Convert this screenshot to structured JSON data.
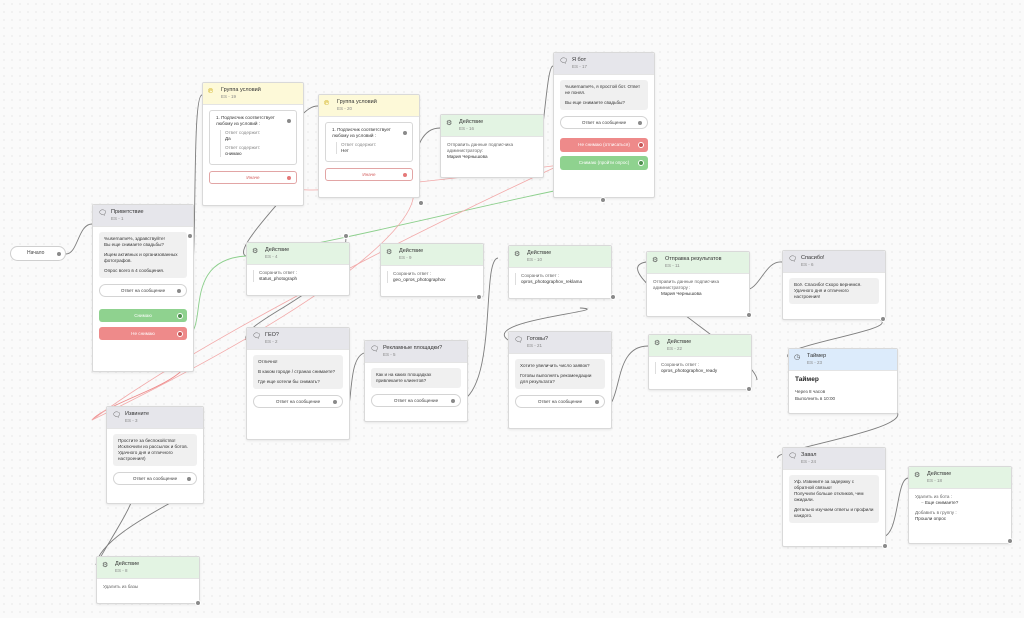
{
  "start": {
    "label": "Начало"
  },
  "nodes": {
    "greeting": {
      "title": "Приветствие",
      "id": "ES - 1",
      "bubble": [
        "%username%, здравствуйте!\nВы еще снимаете свадьбы?",
        "Ищем активных и организованных фотографов.",
        "Опрос всего в 4 сообщения."
      ],
      "reply": "Ответ на сообщение",
      "btn_yes": "Снимаю",
      "btn_no": "Не снимаю"
    },
    "cond19": {
      "title": "Группа условий",
      "id": "ES - 19",
      "cond": "1. Подписчик соответствует любому из условий :",
      "lbl1": "Ответ содержит:",
      "val1": "Да",
      "lbl2": "Ответ содержит:",
      "val2": "снимаю",
      "else": "Иначе"
    },
    "cond20": {
      "title": "Группа условий",
      "id": "ES - 20",
      "cond": "1. Подписчик соответствует любому из условий :",
      "lbl1": "Ответ содержит:",
      "val1": "Нет",
      "else": "Иначе"
    },
    "act16": {
      "title": "Действие",
      "id": "ES - 16",
      "line": "Отправить данные подписчика администратору:",
      "val": "Мария Чернышова"
    },
    "bot17": {
      "title": "Я бот",
      "id": "ES - 17",
      "bubble": [
        "%username%, я простой бот. Ответ не понял.",
        "Вы еще снимаете свадьбы?"
      ],
      "reply": "Ответ на сообщение",
      "btn_no": "Не снимаю (отписаться)",
      "btn_yes": "Снимаю (пройти опрос)"
    },
    "act4": {
      "title": "Действие",
      "id": "ES - 4",
      "line": "Сохранить ответ :",
      "val": "status_photograph"
    },
    "act9": {
      "title": "Действие",
      "id": "ES - 9",
      "line": "Сохранить ответ :",
      "val": "geo_opros_photographov"
    },
    "act10": {
      "title": "Действие",
      "id": "ES - 10",
      "line": "Сохранить ответ :",
      "val": "opros_photographov_reklama"
    },
    "send11": {
      "title": "Отправка результатов",
      "id": "ES - 11",
      "line": "Отправить данные подписчика администратору :",
      "val": "Мария Чернышова"
    },
    "thanks6": {
      "title": "Спасибо!",
      "id": "ES - 6",
      "bubble": [
        "Всё. Спасибо! Скоро вернемся. Удачного дня и отличного настроения!"
      ]
    },
    "geo2": {
      "title": "ГЕО?",
      "id": "ES - 2",
      "bubble": [
        "Отлично!",
        "В каком городе / странах снимаете?",
        "Где еще хотели бы снимать?"
      ],
      "reply": "Ответ на сообщение"
    },
    "ads5": {
      "title": "Рекламные площадки?",
      "id": "ES - 5",
      "bubble": [
        "Как и на каких площадках привлекаете клиентов?"
      ],
      "reply": "Ответ на сообщение"
    },
    "ready21": {
      "title": "Готовы?",
      "id": "ES - 21",
      "bubble": [
        "Хотите увеличить число заявок?",
        "Готовы выполнять рекомендации для результата?"
      ],
      "reply": "Ответ на сообщение"
    },
    "act22": {
      "title": "Действие",
      "id": "ES - 22",
      "line": "Сохранить ответ :",
      "val": "opros_photographov_ready"
    },
    "timer23": {
      "title": "Таймер",
      "id": "ES - 23",
      "big": "Таймер",
      "l1": "Через 8 часов",
      "l2": "Выполнить в 10:00"
    },
    "sorry3": {
      "title": "Извините",
      "id": "ES - 3",
      "bubble": [
        "Простите за беспокойство! Исключили из рассылок и ботов. Удачного дня и отличного настроения!)"
      ],
      "reply": "Ответ на сообщение"
    },
    "act8": {
      "title": "Действие",
      "id": "ES - 8",
      "line": "Удалить из базы"
    },
    "stuck24": {
      "title": "Завал",
      "id": "ES - 24",
      "bubble": [
        "Уф. Извините за задержку с обратной связью!\nПолучили больше откликов, чем ожидали.",
        "Детально изучаем ответы и профили каждого."
      ]
    },
    "act18": {
      "title": "Действие",
      "id": "ES - 18",
      "line1": "Удалить из бота :",
      "val1": "Еще снимаете?",
      "line2": "Добавить в группу :",
      "val2": "Прошли опрос"
    }
  }
}
